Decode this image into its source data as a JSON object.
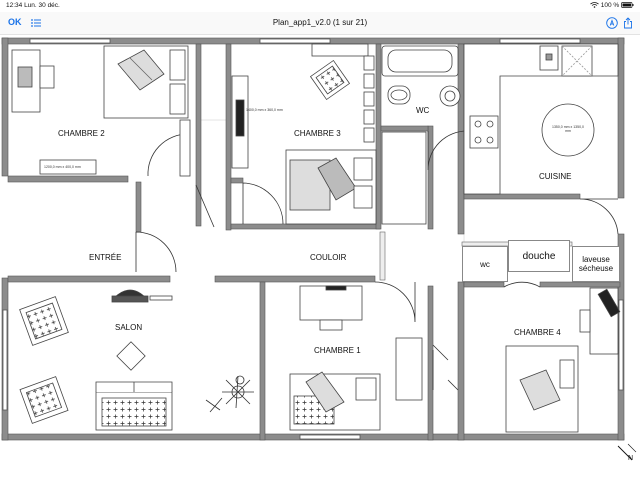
{
  "status_bar": {
    "time_date": "12:34   Lun. 30 déc.",
    "battery": "100 %"
  },
  "nav": {
    "ok_label": "OK",
    "title": "Plan_app1_v2.0 (1 sur 21)"
  },
  "icons": {
    "list": "list-icon",
    "marker": "marker-pen-icon",
    "share": "share-icon",
    "wifi": "wifi-icon",
    "battery": "battery-icon"
  },
  "accent_color": "#1a73e8",
  "plan": {
    "rooms": {
      "chambre2": "CHAMBRE 2",
      "chambre3": "CHAMBRE 3",
      "wc": "WC",
      "cuisine": "CUISINE",
      "entree": "ENTRÉE",
      "couloir": "COULOIR",
      "salon": "SALON",
      "chambre1": "CHAMBRE 1",
      "chambre4": "CHAMBRE 4"
    },
    "dims": {
      "chambre2_table": "1200,0 mm x 400,0 mm",
      "chambre3_table": "1400,0 mm x 360,0 mm",
      "cuisine_table": "1350,0 mm x 1350,0 mm"
    },
    "annotations": {
      "wc": "wc",
      "douche": "douche",
      "laveuse": "laveuse sécheuse"
    },
    "compass": "N"
  }
}
